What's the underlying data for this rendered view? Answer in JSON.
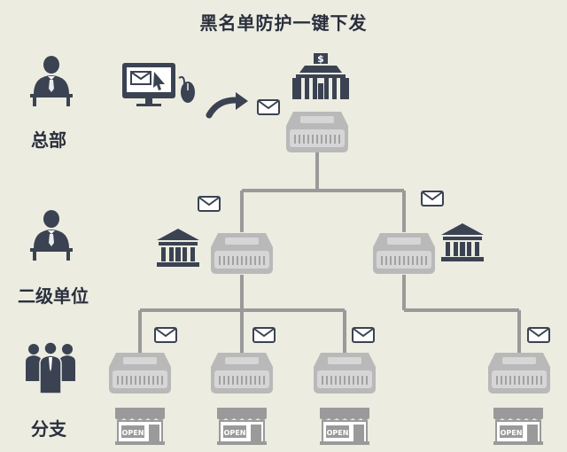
{
  "title": "黑名单防护一键下发",
  "tiers": {
    "hq": "总部",
    "secondary": "二级单位",
    "branch": "分支"
  },
  "store_sign": "OPEN",
  "hq_building_symbol": "$",
  "colors": {
    "background": "#ecece1",
    "line": "#9a9a9a",
    "device": "#b9b9b9",
    "icon_dark": "#3b4352",
    "store_roof": "#9a9a9a"
  },
  "icons": [
    "businessman-icon",
    "computer-mail-icon",
    "mouse-icon",
    "send-arrow-icon",
    "envelope-icon",
    "bank-icon",
    "gateway-device-icon",
    "store-icon",
    "group-icon"
  ]
}
